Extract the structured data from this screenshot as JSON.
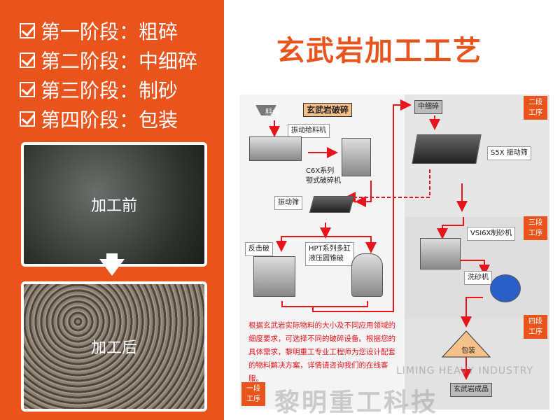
{
  "stages": [
    {
      "label": "第一阶段：粗碎"
    },
    {
      "label": "第二阶段：中细碎"
    },
    {
      "label": "第三阶段：制砂"
    },
    {
      "label": "第四阶段：包装"
    }
  ],
  "photos": {
    "before": "加工前",
    "after": "加工后"
  },
  "title": "玄武岩加工工艺",
  "diagram": {
    "hopper": "料仓",
    "section_title": "玄武岩破碎",
    "feeder": "振动给料机",
    "jaw": "C6X系列\n颚式破碎机",
    "screen1": "振动筛",
    "impact": "反击破",
    "cone": "HPT系列多缸\n液压圆锥破",
    "medium": "中细碎",
    "screen2": "S5X 振动筛",
    "sand": "VSI6X制砂机",
    "washer": "洗砂机",
    "pack": "包装",
    "product": "玄武岩成品",
    "tags": [
      "一段\n工序",
      "二段\n工序",
      "三段\n工序",
      "四段\n工序"
    ],
    "note": "根据玄武岩实际物料的大小及不同应用领域的细度要求，可选择不同的破碎设备。根据您的具体需求，黎明重工专业工程师为您设计配套的物料解决方案，详情请咨询我们的在线客服。",
    "watermark": "黎明重工科技",
    "watermark_en": "LIMING HEAVY INDUSTRY"
  },
  "colors": {
    "accent": "#e8541c",
    "arrow": "#e8141c"
  }
}
